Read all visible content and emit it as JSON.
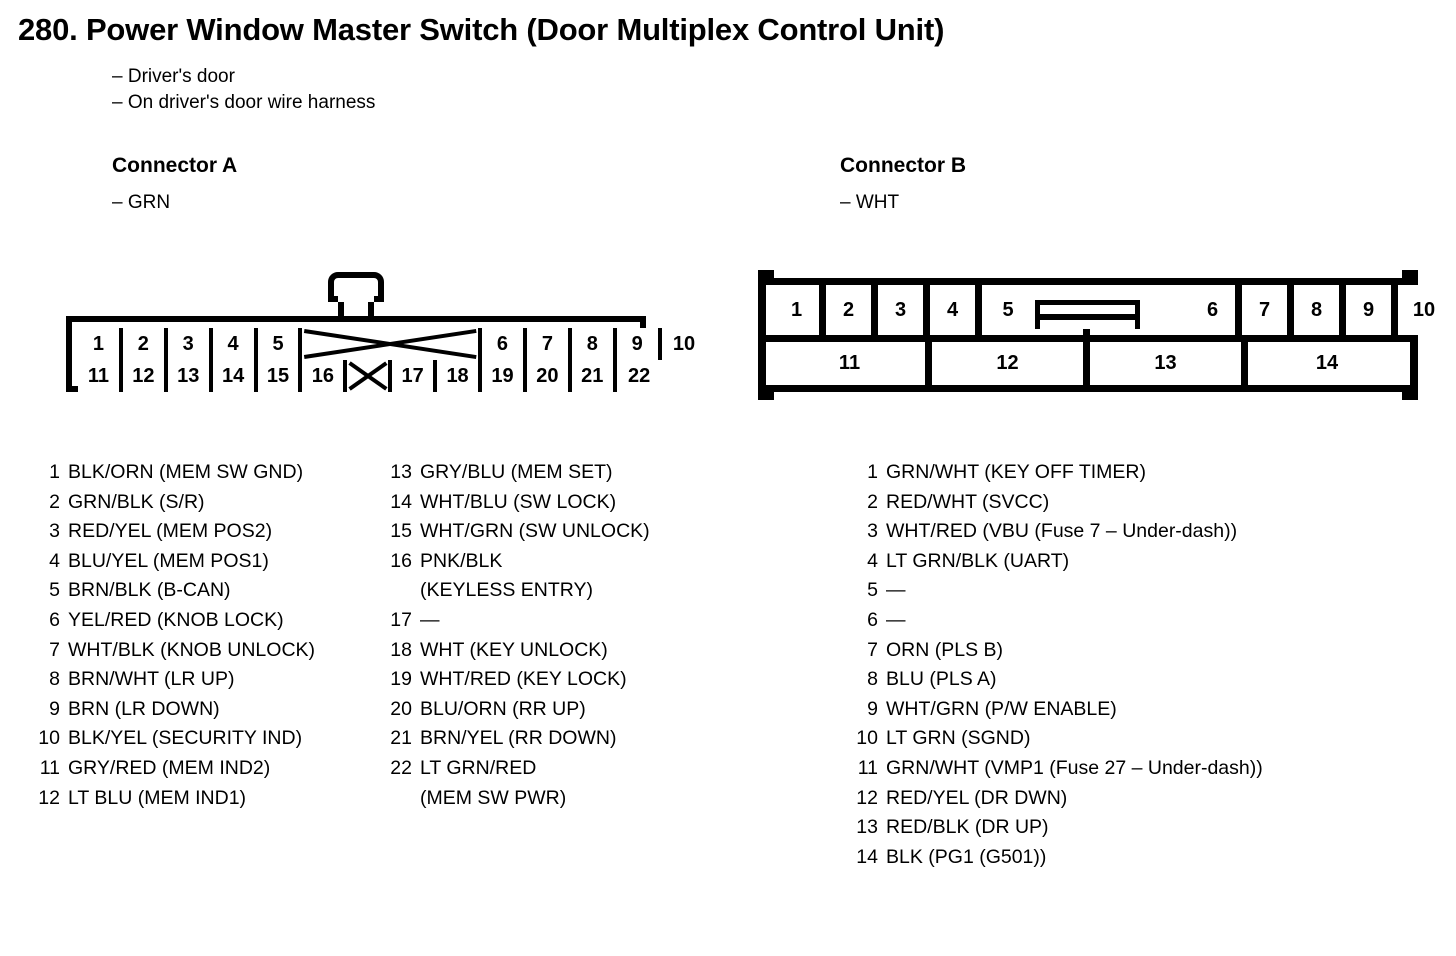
{
  "page": {
    "number": "280.",
    "title": "Power Window Master Switch (Door Multiplex Control Unit)",
    "title_full": "280.  Power Window Master Switch (Door Multiplex Control Unit)",
    "notes": [
      "– Driver's door",
      "– On driver's door wire harness"
    ]
  },
  "connector_a": {
    "heading": "Connector A",
    "color": "– GRN",
    "diagram": {
      "top_row": [
        {
          "label": "1",
          "blocked": false
        },
        {
          "label": "2",
          "blocked": false
        },
        {
          "label": "3",
          "blocked": false
        },
        {
          "label": "4",
          "blocked": false
        },
        {
          "label": "5",
          "blocked": false
        },
        {
          "label": "",
          "blocked": true,
          "span": 4
        },
        {
          "label": "6",
          "blocked": false
        },
        {
          "label": "7",
          "blocked": false
        },
        {
          "label": "8",
          "blocked": false
        },
        {
          "label": "9",
          "blocked": false
        },
        {
          "label": "10",
          "blocked": false
        }
      ],
      "bottom_row": [
        {
          "label": "11",
          "blocked": false
        },
        {
          "label": "12",
          "blocked": false
        },
        {
          "label": "13",
          "blocked": false
        },
        {
          "label": "14",
          "blocked": false
        },
        {
          "label": "15",
          "blocked": false
        },
        {
          "label": "16",
          "blocked": false
        },
        {
          "label": "",
          "blocked": true,
          "span": 1
        },
        {
          "label": "17",
          "blocked": false
        },
        {
          "label": "18",
          "blocked": false
        },
        {
          "label": "19",
          "blocked": false
        },
        {
          "label": "20",
          "blocked": false
        },
        {
          "label": "21",
          "blocked": false
        },
        {
          "label": "22",
          "blocked": false
        }
      ]
    },
    "pins_column1": [
      {
        "num": "1",
        "text": "BLK/ORN (MEM SW GND)"
      },
      {
        "num": "2",
        "text": "GRN/BLK (S/R)"
      },
      {
        "num": "3",
        "text": "RED/YEL (MEM POS2)"
      },
      {
        "num": "4",
        "text": "BLU/YEL (MEM POS1)"
      },
      {
        "num": "5",
        "text": "BRN/BLK (B-CAN)"
      },
      {
        "num": "6",
        "text": "YEL/RED (KNOB LOCK)"
      },
      {
        "num": "7",
        "text": "WHT/BLK (KNOB UNLOCK)"
      },
      {
        "num": "8",
        "text": "BRN/WHT (LR UP)"
      },
      {
        "num": "9",
        "text": "BRN (LR DOWN)"
      },
      {
        "num": "10",
        "text": "BLK/YEL (SECURITY IND)"
      },
      {
        "num": "11",
        "text": "GRY/RED (MEM IND2)"
      },
      {
        "num": "12",
        "text": "LT BLU (MEM IND1)"
      }
    ],
    "pins_column2": [
      {
        "num": "13",
        "text": "GRY/BLU (MEM SET)"
      },
      {
        "num": "14",
        "text": "WHT/BLU (SW LOCK)"
      },
      {
        "num": "15",
        "text": "WHT/GRN (SW UNLOCK)"
      },
      {
        "num": "16",
        "text": "PNK/BLK",
        "cont": "(KEYLESS ENTRY)"
      },
      {
        "num": "17",
        "text": "—"
      },
      {
        "num": "18",
        "text": "WHT (KEY UNLOCK)"
      },
      {
        "num": "19",
        "text": "WHT/RED (KEY LOCK)"
      },
      {
        "num": "20",
        "text": "BLU/ORN (RR UP)"
      },
      {
        "num": "21",
        "text": "BRN/YEL (RR DOWN)"
      },
      {
        "num": "22",
        "text": "LT GRN/RED",
        "cont": "(MEM SW PWR)"
      }
    ]
  },
  "connector_b": {
    "heading": "Connector B",
    "color": "– WHT",
    "diagram": {
      "top_row_left": [
        "1",
        "2",
        "3",
        "4",
        "5"
      ],
      "top_row_right": [
        "6",
        "7",
        "8",
        "9",
        "10"
      ],
      "bottom_row": [
        "11",
        "12",
        "13",
        "14"
      ]
    },
    "pins": [
      {
        "num": "1",
        "text": "GRN/WHT (KEY OFF TIMER)"
      },
      {
        "num": "2",
        "text": "RED/WHT (SVCC)"
      },
      {
        "num": "3",
        "text": "WHT/RED (VBU (Fuse 7 – Under-dash))"
      },
      {
        "num": "4",
        "text": "LT GRN/BLK (UART)"
      },
      {
        "num": "5",
        "text": "—"
      },
      {
        "num": "6",
        "text": "—"
      },
      {
        "num": "7",
        "text": "ORN (PLS B)"
      },
      {
        "num": "8",
        "text": "BLU (PLS A)"
      },
      {
        "num": "9",
        "text": "WHT/GRN (P/W ENABLE)"
      },
      {
        "num": "10",
        "text": "LT GRN (SGND)"
      },
      {
        "num": "11",
        "text": "GRN/WHT (VMP1 (Fuse 27 – Under-dash))"
      },
      {
        "num": "12",
        "text": "RED/YEL (DR DWN)"
      },
      {
        "num": "13",
        "text": "RED/BLK (DR UP)"
      },
      {
        "num": "14",
        "text": "BLK (PG1 (G501))"
      }
    ]
  },
  "colors": {
    "ink": "#000000",
    "paper": "#ffffff"
  }
}
